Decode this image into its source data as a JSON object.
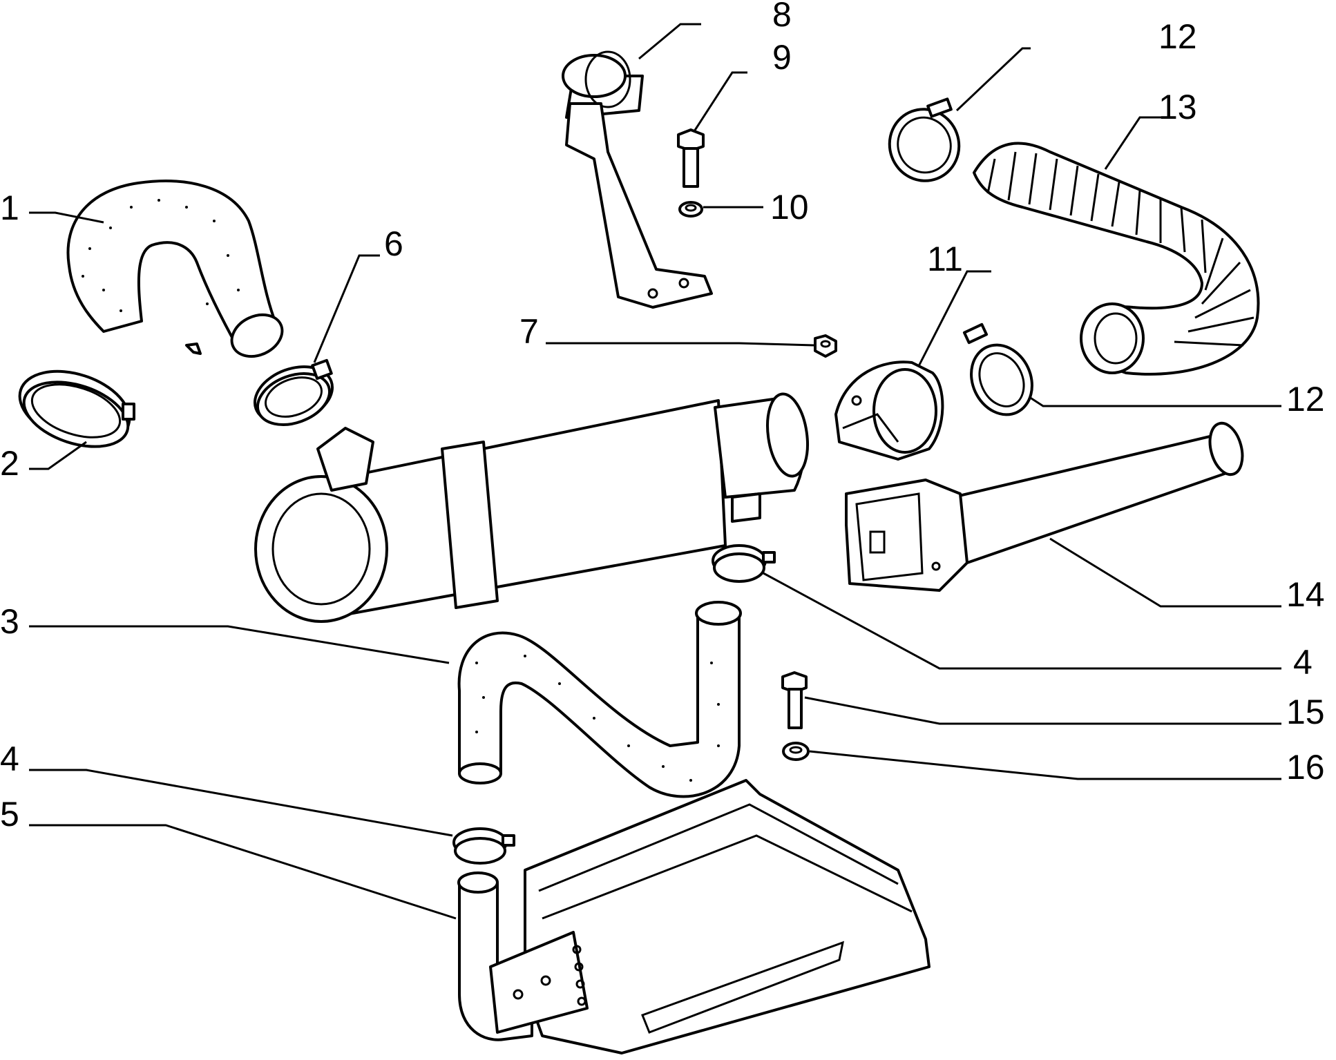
{
  "callouts": [
    {
      "id": "c1",
      "text": "1"
    },
    {
      "id": "c2",
      "text": "2"
    },
    {
      "id": "c3",
      "text": "3"
    },
    {
      "id": "c4a",
      "text": "4"
    },
    {
      "id": "c4b",
      "text": "4"
    },
    {
      "id": "c5",
      "text": "5"
    },
    {
      "id": "c6",
      "text": "6"
    },
    {
      "id": "c7",
      "text": "7"
    },
    {
      "id": "c8",
      "text": "8"
    },
    {
      "id": "c9",
      "text": "9"
    },
    {
      "id": "c10",
      "text": "10"
    },
    {
      "id": "c11",
      "text": "11"
    },
    {
      "id": "c12a",
      "text": "12"
    },
    {
      "id": "c12b",
      "text": "12"
    },
    {
      "id": "c13",
      "text": "13"
    },
    {
      "id": "c14",
      "text": "14"
    },
    {
      "id": "c15",
      "text": "15"
    },
    {
      "id": "c16",
      "text": "16"
    }
  ]
}
